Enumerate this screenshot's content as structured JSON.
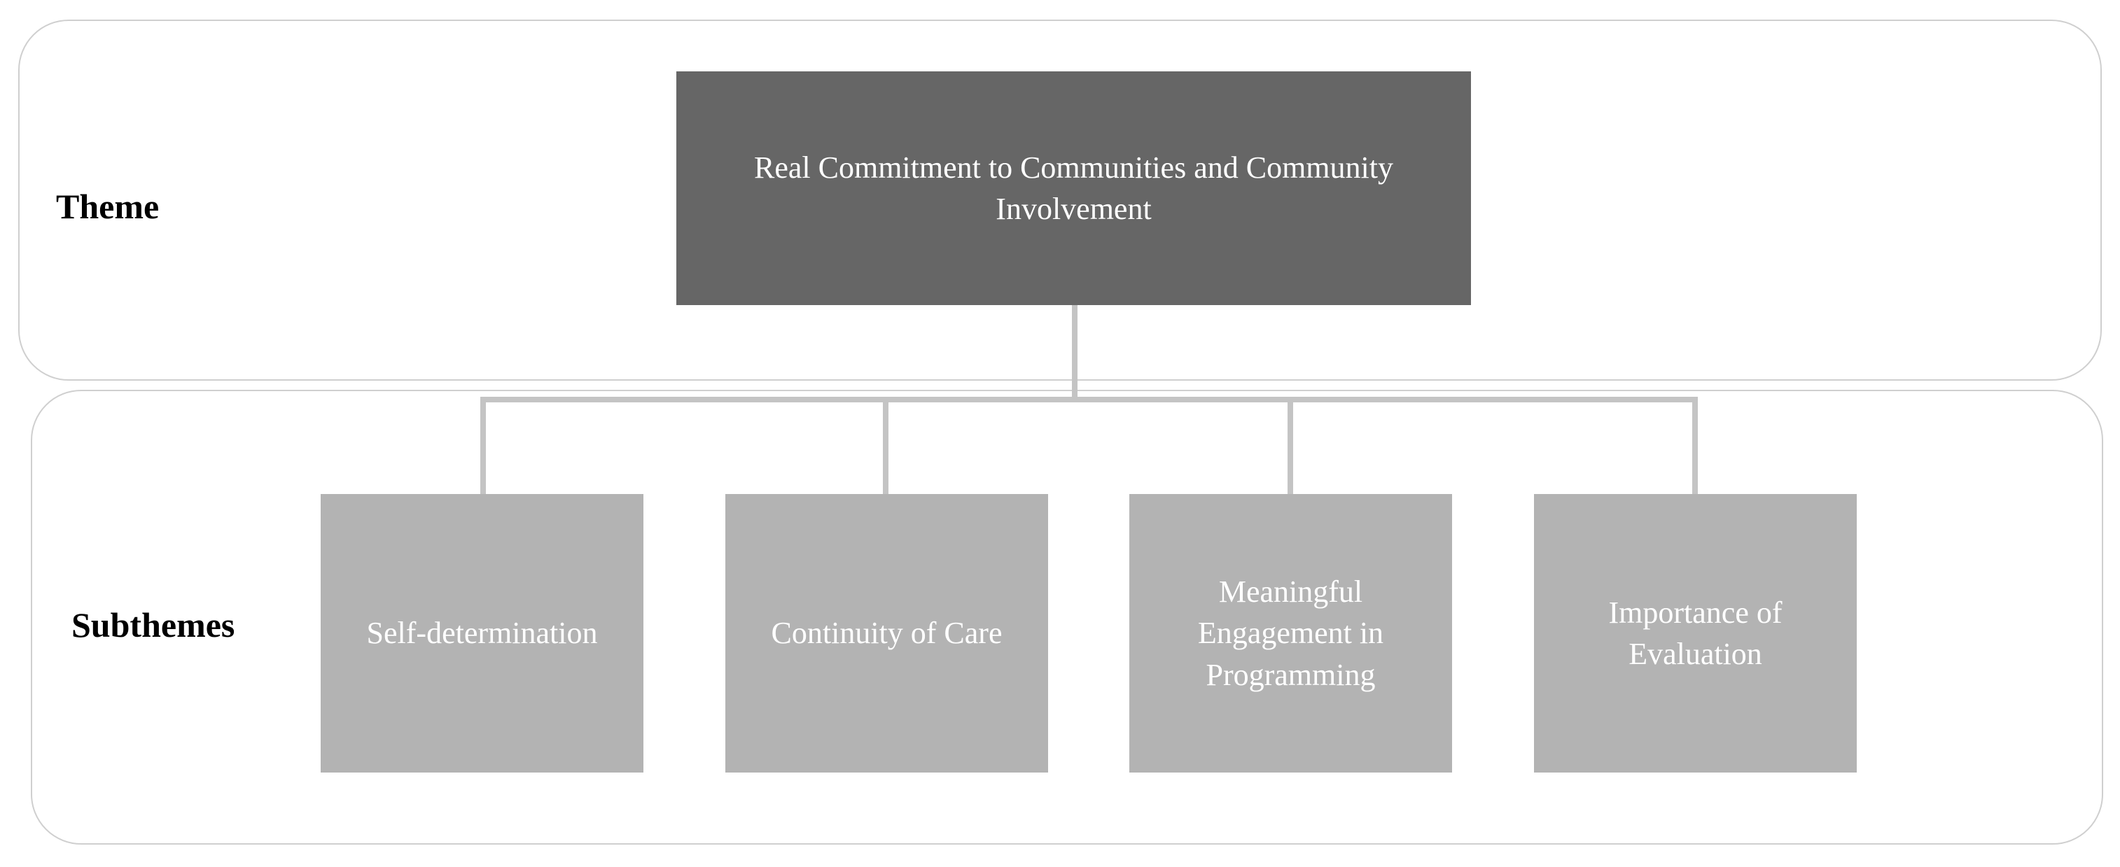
{
  "labels": {
    "theme": "Theme",
    "subthemes": "Subthemes"
  },
  "theme": {
    "text": "Real Commitment to Communities and Community Involvement"
  },
  "subthemes": [
    {
      "text": "Self-determination"
    },
    {
      "text": "Continuity of Care"
    },
    {
      "text": "Meaningful Engagement in Programming"
    },
    {
      "text": "Importance of Evaluation"
    }
  ],
  "colors": {
    "theme_box": "#666666",
    "subtheme_box": "#b3b3b3",
    "connector": "#c4c4c4",
    "band_border": "#cfcfcf"
  }
}
